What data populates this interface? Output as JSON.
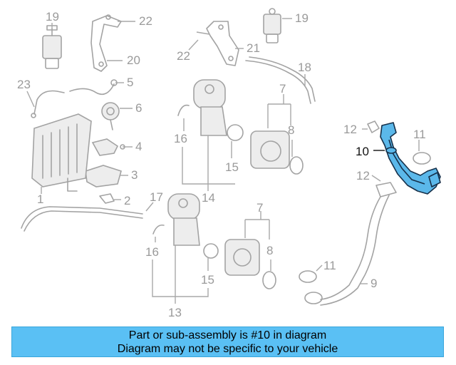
{
  "callouts": {
    "c19a": "19",
    "c22a": "22",
    "c20": "20",
    "c19b": "19",
    "c22b": "22",
    "c21": "21",
    "c18": "18",
    "c23": "23",
    "c5": "5",
    "c6": "6",
    "c4": "4",
    "c3": "3",
    "c2": "2",
    "c1": "1",
    "c17": "17",
    "c16a": "16",
    "c16b": "16",
    "c14": "14",
    "c13": "13",
    "c15a": "15",
    "c15b": "15",
    "c7a": "7",
    "c7b": "7",
    "c8a": "8",
    "c8b": "8",
    "c12a": "12",
    "c12b": "12",
    "c11a": "11",
    "c11b": "11",
    "c10": "10",
    "c9": "9"
  },
  "highlight": {
    "part_number": "10",
    "color": "#5bb8ea"
  },
  "banner": {
    "line1": "Part or sub-assembly is #10 in diagram",
    "line2": "Diagram may not be specific to your vehicle",
    "color": "#5ac0f4"
  }
}
